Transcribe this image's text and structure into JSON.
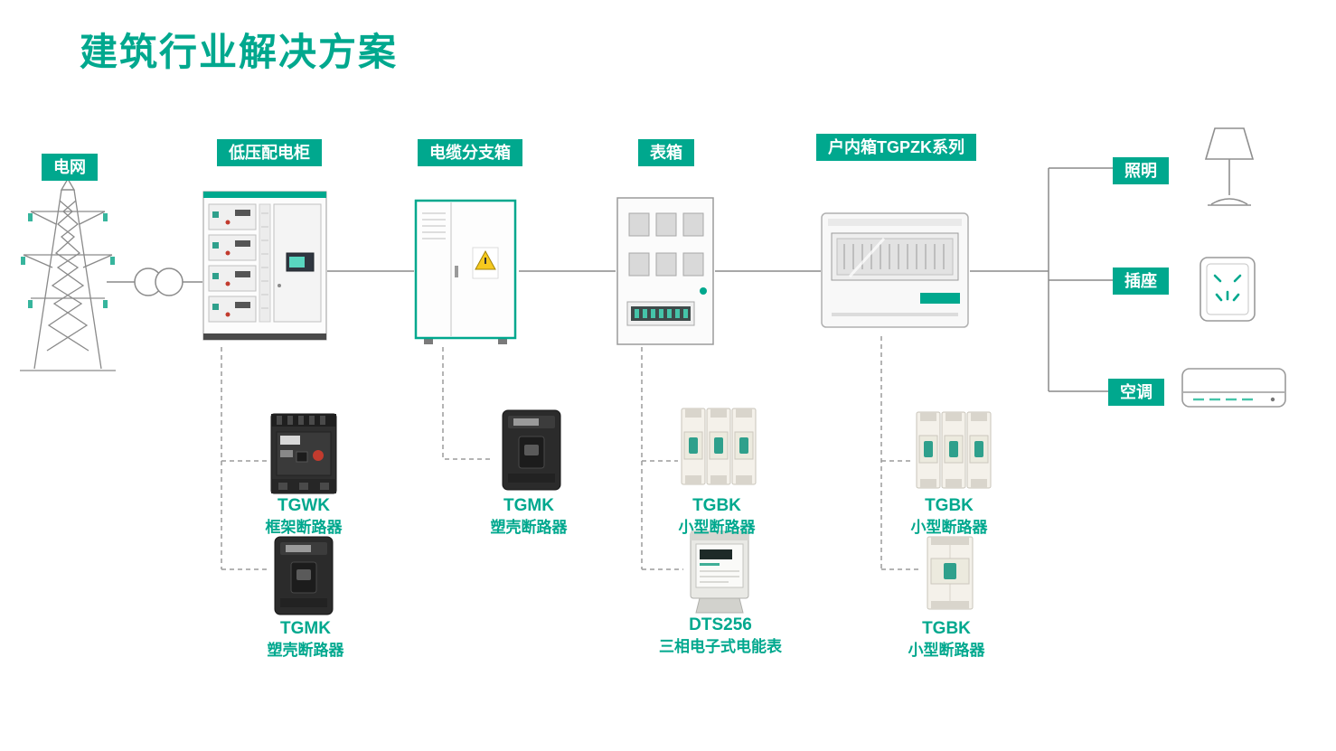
{
  "title": "建筑行业解决方案",
  "colors": {
    "accent": "#00A88E",
    "line": "#8a8a8a"
  },
  "nodes": {
    "grid": {
      "label": "电网"
    },
    "lv_cabinet": {
      "label": "低压配电柜"
    },
    "branch_box": {
      "label": "电缆分支箱"
    },
    "meter_box": {
      "label": "表箱"
    },
    "indoor_box": {
      "label": "户内箱TGPZK系列"
    }
  },
  "loads": {
    "lighting": {
      "label": "照明"
    },
    "socket": {
      "label": "插座"
    },
    "aircon": {
      "label": "空调"
    }
  },
  "products": [
    {
      "model": "TGWK",
      "name": "框架断路器"
    },
    {
      "model": "TGMK",
      "name": "塑壳断路器"
    },
    {
      "model": "TGMK",
      "name": "塑壳断路器"
    },
    {
      "model": "TGBK",
      "name": "小型断路器"
    },
    {
      "model": "DTS256",
      "name": "三相电子式电能表"
    },
    {
      "model": "TGBK",
      "name": "小型断路器"
    },
    {
      "model": "TGBK",
      "name": "小型断路器"
    }
  ]
}
